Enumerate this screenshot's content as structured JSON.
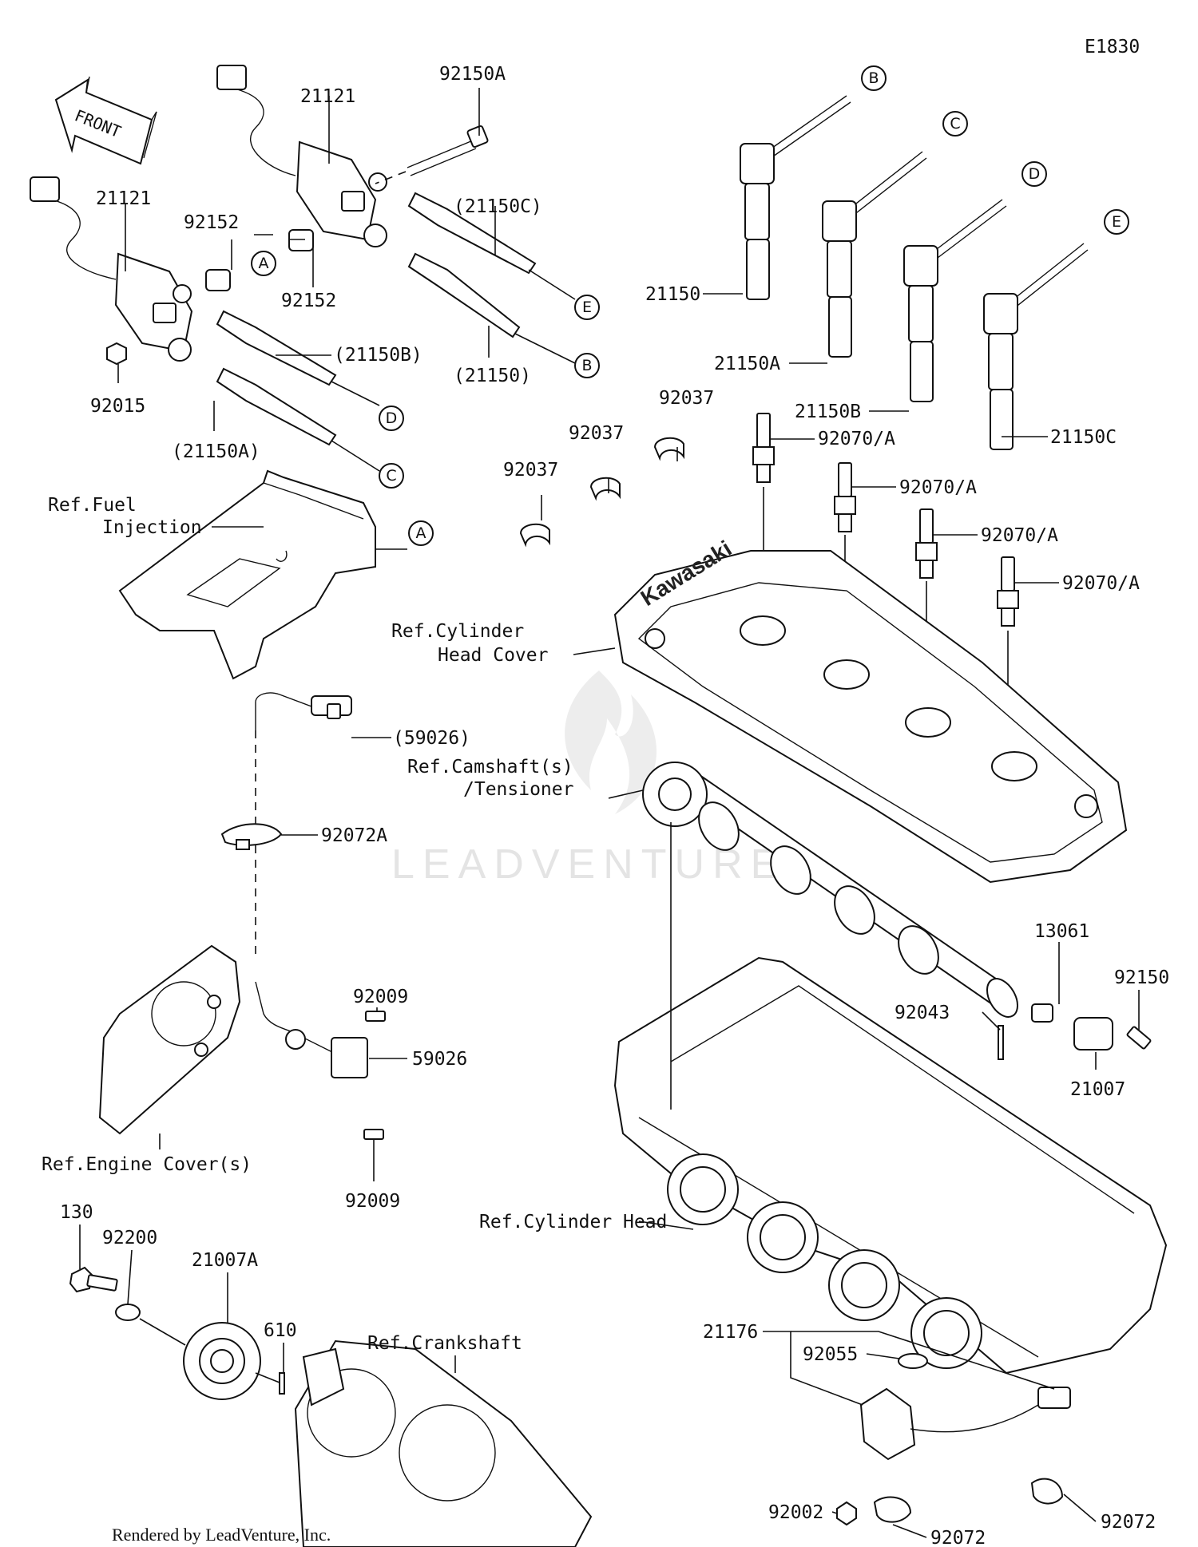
{
  "diagram_code": "E1830",
  "front_label": "FRONT",
  "brand_text": "Kawasaki",
  "watermark": "LEADVENTURE",
  "footer": "Rendered by LeadVenture, Inc.",
  "labels": {
    "coil_21121_a": "21121",
    "coil_21121_b": "21121",
    "bolt_92150A": "92150A",
    "collar_92152_a": "92152",
    "collar_92152_b": "92152",
    "nut_92015": "92015",
    "cap_21150C_paren": "(21150C)",
    "cap_21150_paren": "(21150)",
    "cap_21150B_paren": "(21150B)",
    "cap_21150A_paren": "(21150A)",
    "cap_21150": "21150",
    "cap_21150A": "21150A",
    "cap_21150B": "21150B",
    "cap_21150C": "21150C",
    "clamp_92037_a": "92037",
    "clamp_92037_b": "92037",
    "clamp_92037_c": "92037",
    "plug_92070A_1": "92070/A",
    "plug_92070A_2": "92070/A",
    "plug_92070A_3": "92070/A",
    "plug_92070A_4": "92070/A",
    "ref_fuel_1": "Ref.Fuel",
    "ref_fuel_2": "Injection",
    "ref_head_cover_1": "Ref.Cylinder",
    "ref_head_cover_2": "Head Cover",
    "sensor_59026_paren": "(59026)",
    "band_92072A": "92072A",
    "ref_camshaft_1": "Ref.Camshaft(s)",
    "ref_camshaft_2": "/Tensioner",
    "part_13061": "13061",
    "part_92150": "92150",
    "part_92043": "92043",
    "part_21007": "21007",
    "screw_92009_a": "92009",
    "screw_92009_b": "92009",
    "sensor_59026": "59026",
    "ref_engine_cover": "Ref.Engine Cover(s)",
    "ref_cyl_head": "Ref.Cylinder Head",
    "bolt_130": "130",
    "washer_92200": "92200",
    "rotor_21007A": "21007A",
    "pin_610": "610",
    "ref_crankshaft": "Ref.Crankshaft",
    "sensor_21176": "21176",
    "oring_92055": "92055",
    "bolt_92002": "92002",
    "band_92072_a": "92072",
    "band_92072_b": "92072"
  },
  "callouts": {
    "A1": "A",
    "A2": "A",
    "B1": "B",
    "B2": "B",
    "C1": "C",
    "C2": "C",
    "D1": "D",
    "D2": "D",
    "E1": "E",
    "E2": "E"
  }
}
